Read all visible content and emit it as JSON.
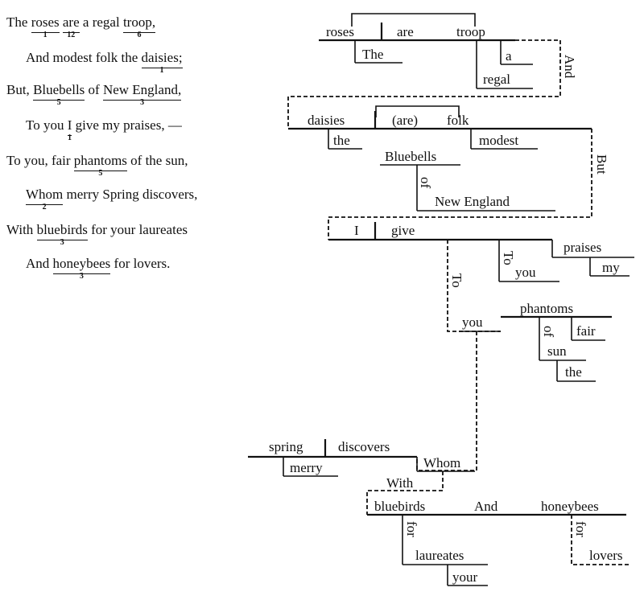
{
  "poem": {
    "lines": [
      {
        "parts": [
          {
            "t": "The "
          },
          {
            "t": "roses",
            "u": true,
            "n": "1"
          },
          {
            "t": " "
          },
          {
            "t": "are",
            "u": true,
            "n": "12"
          },
          {
            "t": " a regal "
          },
          {
            "t": "troop,",
            "u": true,
            "n": "6"
          }
        ]
      },
      {
        "parts": [
          {
            "t": "And modest folk the "
          },
          {
            "t": "daisies;",
            "u": true,
            "n": "1"
          }
        ]
      },
      {
        "parts": [
          {
            "t": "But, "
          },
          {
            "t": "Bluebells",
            "u": true,
            "n": "5"
          },
          {
            "t": " of "
          },
          {
            "t": "New England,",
            "u": true,
            "n": "3"
          }
        ]
      },
      {
        "parts": [
          {
            "t": "To you "
          },
          {
            "t": "I",
            "u": true,
            "n": "1"
          },
          {
            "t": " give my praises, —"
          }
        ]
      },
      {
        "parts": [
          {
            "t": "To you, fair "
          },
          {
            "t": "phantoms",
            "u": true,
            "n": "5"
          },
          {
            "t": " of the sun,"
          }
        ]
      },
      {
        "parts": [
          {
            "t": "Whom",
            "u": true,
            "n": "2"
          },
          {
            "t": " merry Spring discovers,"
          }
        ]
      },
      {
        "parts": [
          {
            "t": "With "
          },
          {
            "t": "bluebirds",
            "u": true,
            "n": "3"
          },
          {
            "t": " for your laureates"
          }
        ]
      },
      {
        "parts": [
          {
            "t": "And "
          },
          {
            "t": "honeybees",
            "u": true,
            "n": "3"
          },
          {
            "t": " for lovers."
          }
        ]
      }
    ]
  },
  "diagram": {
    "c1": {
      "subject": "roses",
      "verb": "are",
      "complement": "troop",
      "mod_subject": "The",
      "mod_a": "a",
      "mod_regal": "regal",
      "conj": "And"
    },
    "c2": {
      "subject": "daisies",
      "verb": "(are)",
      "complement": "folk",
      "mod_subject": "the",
      "mod_folk": "modest",
      "conj": "But"
    },
    "c3": {
      "appositive": "Bluebells",
      "prep": "of",
      "object": "New England"
    },
    "c4": {
      "subject": "I",
      "verb": "give",
      "object": "praises",
      "mod_object": "my",
      "prep": "To",
      "prep_object": "you"
    },
    "c5": {
      "prep": "To",
      "object": "you",
      "appositive": "phantoms",
      "mod_fair": "fair",
      "prep_of": "of",
      "of_object": "sun",
      "mod_sun": "the"
    },
    "c6": {
      "subject": "spring",
      "verb": "discovers",
      "mod_subject": "merry",
      "object": "Whom",
      "prep": "With",
      "obj1": "bluebirds",
      "conj": "And",
      "obj2": "honeybees",
      "for1": "for",
      "for1_object": "laureates",
      "mod_laureates": "your",
      "for2": "for",
      "for2_object": "lovers"
    }
  }
}
